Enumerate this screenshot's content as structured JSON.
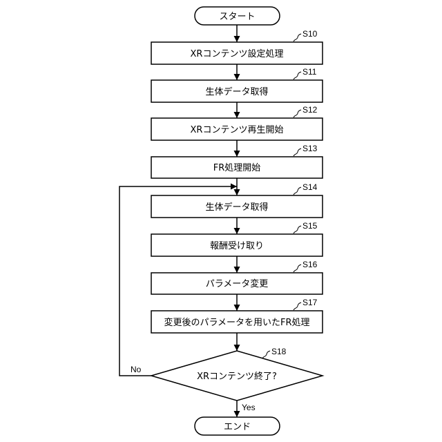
{
  "start": {
    "label": "スタート"
  },
  "steps": [
    {
      "id": "S10",
      "label": "XRコンテンツ設定処理"
    },
    {
      "id": "S11",
      "label": "生体データ取得"
    },
    {
      "id": "S12",
      "label": "XRコンテンツ再生開始"
    },
    {
      "id": "S13",
      "label": "FR処理開始"
    },
    {
      "id": "S14",
      "label": "生体データ取得"
    },
    {
      "id": "S15",
      "label": "報酬受け取り"
    },
    {
      "id": "S16",
      "label": "パラメータ変更"
    },
    {
      "id": "S17",
      "label": "変更後のパラメータを用いたFR処理"
    }
  ],
  "decision": {
    "id": "S18",
    "label": "XRコンテンツ終了?",
    "no_label": "No",
    "yes_label": "Yes"
  },
  "end": {
    "label": "エンド"
  }
}
